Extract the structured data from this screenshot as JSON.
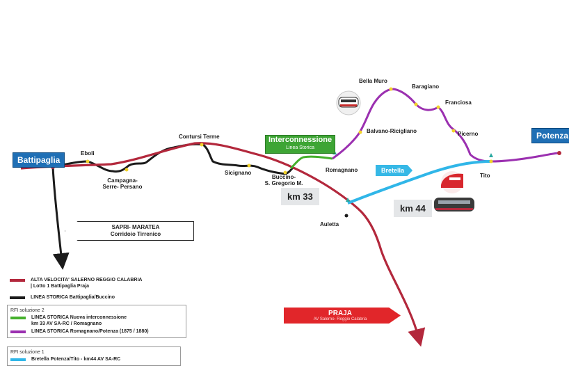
{
  "colors": {
    "alta_velocita": "#b3283c",
    "linea_storica": "#1b1b1b",
    "interconnessione": "#45b02c",
    "romagnano_potenza": "#9b30b0",
    "bretella": "#30b6e8",
    "praja": "#e1262a",
    "station_dot": "#f2d32a",
    "tag_blue": "#1f6fb5"
  },
  "map": {
    "city_labels": {
      "battipaglia": "Battipaglia",
      "potenza": "Potenza"
    },
    "stations": {
      "eboli": "Eboli",
      "campagna": "Campagna-\nSerre- Persano",
      "contursi": "Contursi Terme",
      "sicignano": "Sicignano",
      "buccino": "Buccino-\nS. Gregorio M.",
      "romagnano": "Romagnano",
      "balvano": "Balvano-Ricigliano",
      "bella_muro": "Bella Muro",
      "baragiano": "Baragiano",
      "franciosa": "Franciosa",
      "picerno": "Picerno",
      "tito": "Tito",
      "auletta": "Auletta"
    },
    "interconnessione": {
      "title": "Interconnessione",
      "subtitle": "Linea Storica"
    },
    "bretella_label": "Bretella",
    "km_33": "km 33",
    "km_44": "km 44",
    "sapri": {
      "line1": "SAPRI- MARATEA",
      "line2": "Corridoio Tirrenico"
    },
    "praja": {
      "line1": "PRAJA",
      "line2": "AV Salerno- Reggio Calabria"
    }
  },
  "legend": {
    "alta_velocita": "ALTA VELOCITA' SALERNO REGGIO CALABRIA\n| Lotto 1 Battipaglia Praja",
    "linea_storica": "LINEA STORICA Battipaglia/Buccino",
    "soluzione2": {
      "head": "RFI soluzione 2",
      "item1": "LINEA STORICA Nuova interconnessione\nkm 33 AV SA-RC / Romagnano",
      "item2": "LINEA STORICA Romagnano/Potenza (1875 / 1880)"
    },
    "soluzione1": {
      "head": "RFI soluzione 1",
      "item1": "Bretella Potenza/Tito - km44 AV SA-RC"
    }
  }
}
